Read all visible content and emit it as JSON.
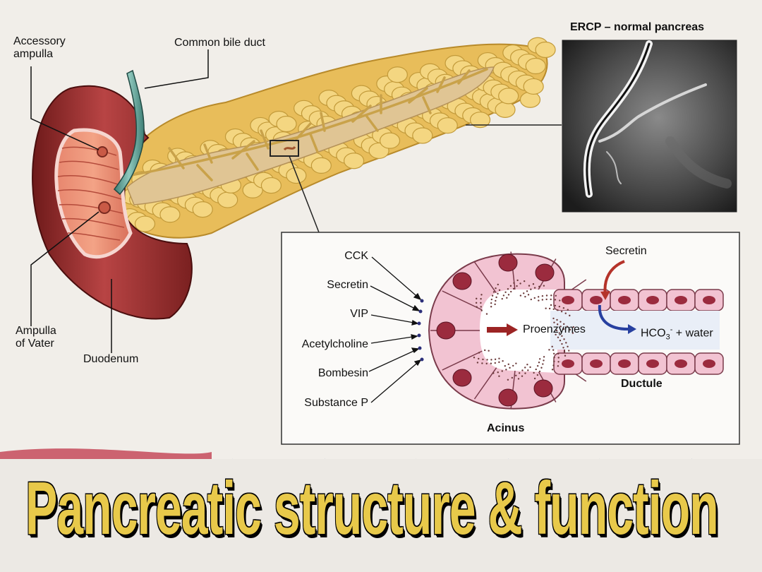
{
  "title": "Pancreatic structure & function",
  "ercp": {
    "title": "ERCP – normal pancreas"
  },
  "anatomy_labels": {
    "accessory_ampulla": "Accessory\nampulla",
    "common_bile_duct": "Common bile duct",
    "ampulla_of_vater": "Ampulla\nof Vater",
    "duodenum": "Duodenum"
  },
  "inset": {
    "stimuli": [
      "CCK",
      "Secretin",
      "VIP",
      "Acetylcholine",
      "Bombesin",
      "Substance P"
    ],
    "secretin_top": "Secretin",
    "proenzymes": "Proenzymes",
    "bicarb": "HCO",
    "bicarb_sub": "3",
    "bicarb_sup": "-",
    "bicarb_rest": " + water",
    "ductule": "Ductule",
    "acinus": "Acinus"
  },
  "colors": {
    "banner": "#0b2b6b",
    "title": "#e8c94a",
    "pancreas": "#f3d27a",
    "duodenum": "#9e2e2e",
    "acinus_cell": "#f2c3d2",
    "nucleus": "#9b2b3e"
  }
}
